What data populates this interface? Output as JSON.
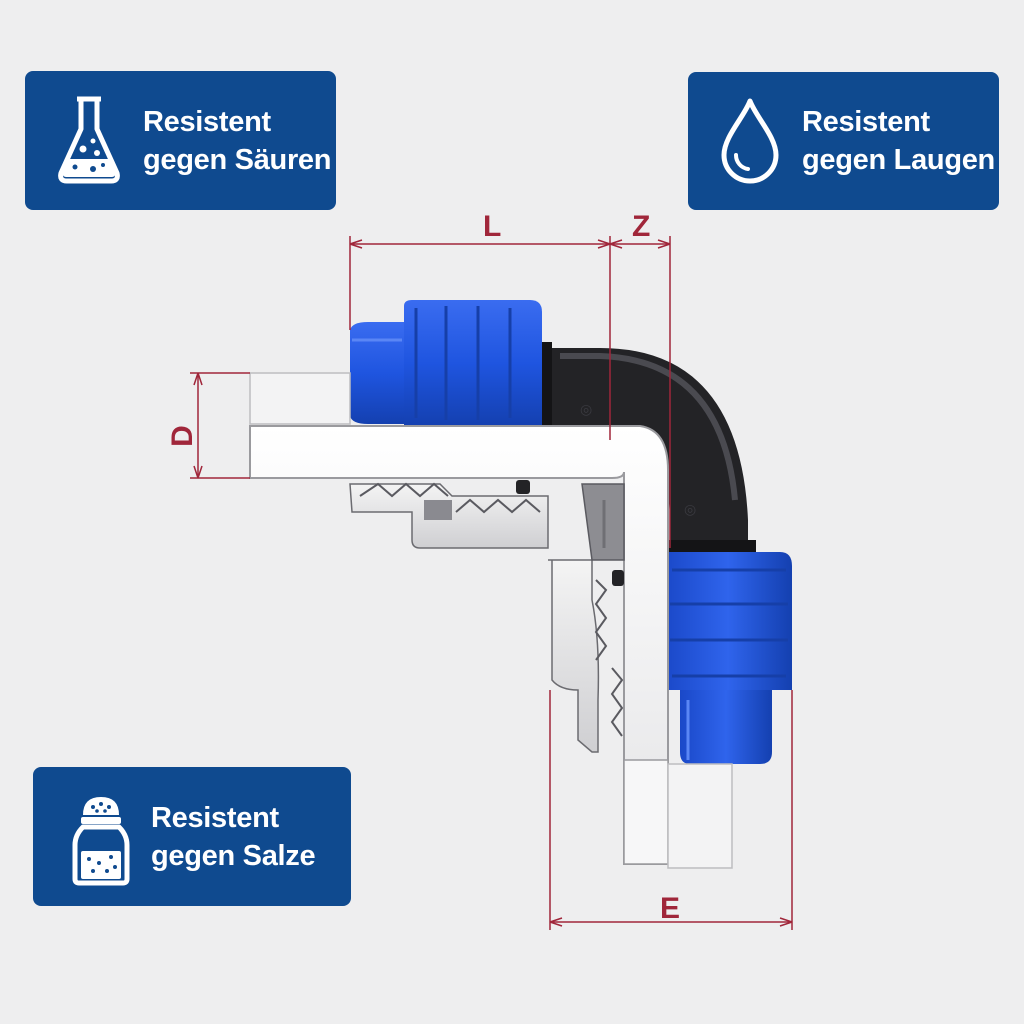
{
  "badges": {
    "acids": {
      "line1": "Resistent",
      "line2": "gegen Säuren",
      "icon": "flask-icon"
    },
    "alkalis": {
      "line1": "Resistent",
      "line2": "gegen Laugen",
      "icon": "droplet-icon"
    },
    "salts": {
      "line1": "Resistent",
      "line2": "gegen Salze",
      "icon": "salt-shaker-icon"
    }
  },
  "dimensions": {
    "L": "L",
    "Z": "Z",
    "D": "D",
    "E": "E"
  },
  "colors": {
    "badge_background": "#0f4a8f",
    "fitting_blue": "#1f55e0",
    "elbow_black": "#232326",
    "dimension_line": "#a0263a",
    "page_background": "#eeeeef"
  }
}
